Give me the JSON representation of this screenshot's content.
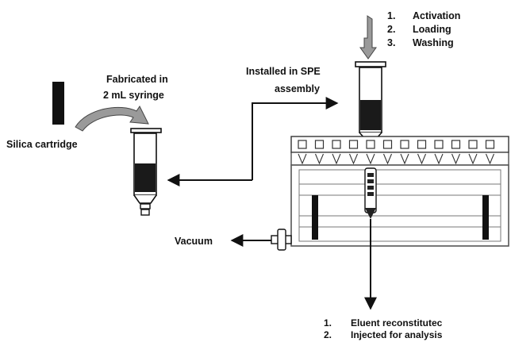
{
  "labels": {
    "silica_cartridge": "Silica cartridge",
    "fabricated_line1": "Fabricated in",
    "fabricated_line2": "2 mL syringe",
    "installed_line1": "Installed in SPE",
    "installed_line2": "assembly",
    "vacuum": "Vacuum"
  },
  "steps_top": [
    {
      "num": "1.",
      "text": "Activation"
    },
    {
      "num": "2.",
      "text": "Loading"
    },
    {
      "num": "3.",
      "text": "Washing"
    }
  ],
  "steps_bottom": [
    {
      "num": "1.",
      "text": "Eluent reconstitutec"
    },
    {
      "num": "2.",
      "text": "Injected for analysis"
    }
  ],
  "colors": {
    "ink": "#111111",
    "curved_arrow_fill": "#9a9a9a",
    "manifold_frame": "#555555",
    "cartridge_fill": "#1a1a1a"
  }
}
